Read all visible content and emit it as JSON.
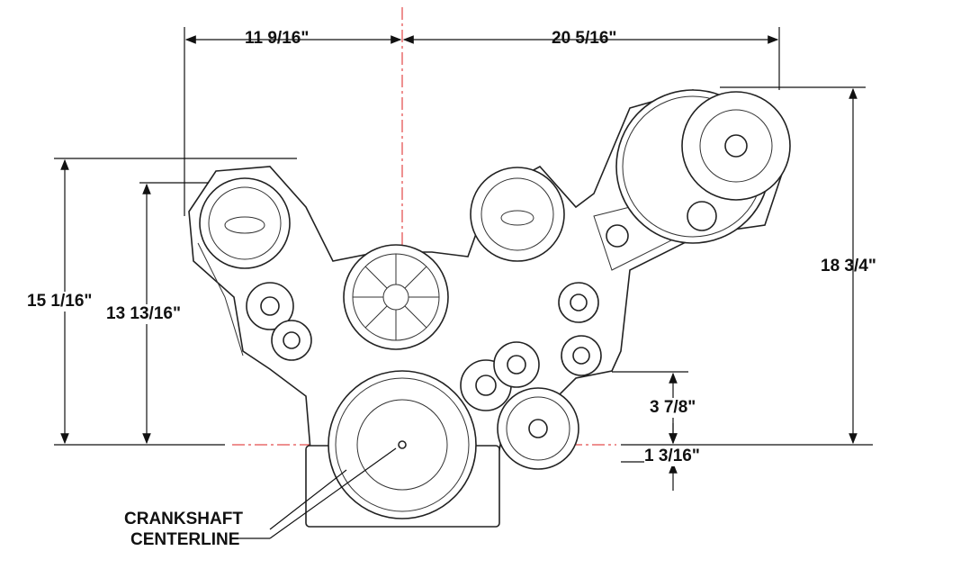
{
  "dimensions": {
    "top_left_width": "11 9/16\"",
    "top_right_width": "20 5/16\"",
    "overall_height_right": "18 3/4\"",
    "left_height_outer": "15 1/16\"",
    "left_height_inner": "13 13/16\"",
    "idler_height": "3 7/8\"",
    "lower_offset": "1 3/16\""
  },
  "callout": {
    "line1": "CRANKSHAFT",
    "line2": "CENTERLINE"
  },
  "colors": {
    "centerline": "#dd2222",
    "lines": "#111111"
  }
}
